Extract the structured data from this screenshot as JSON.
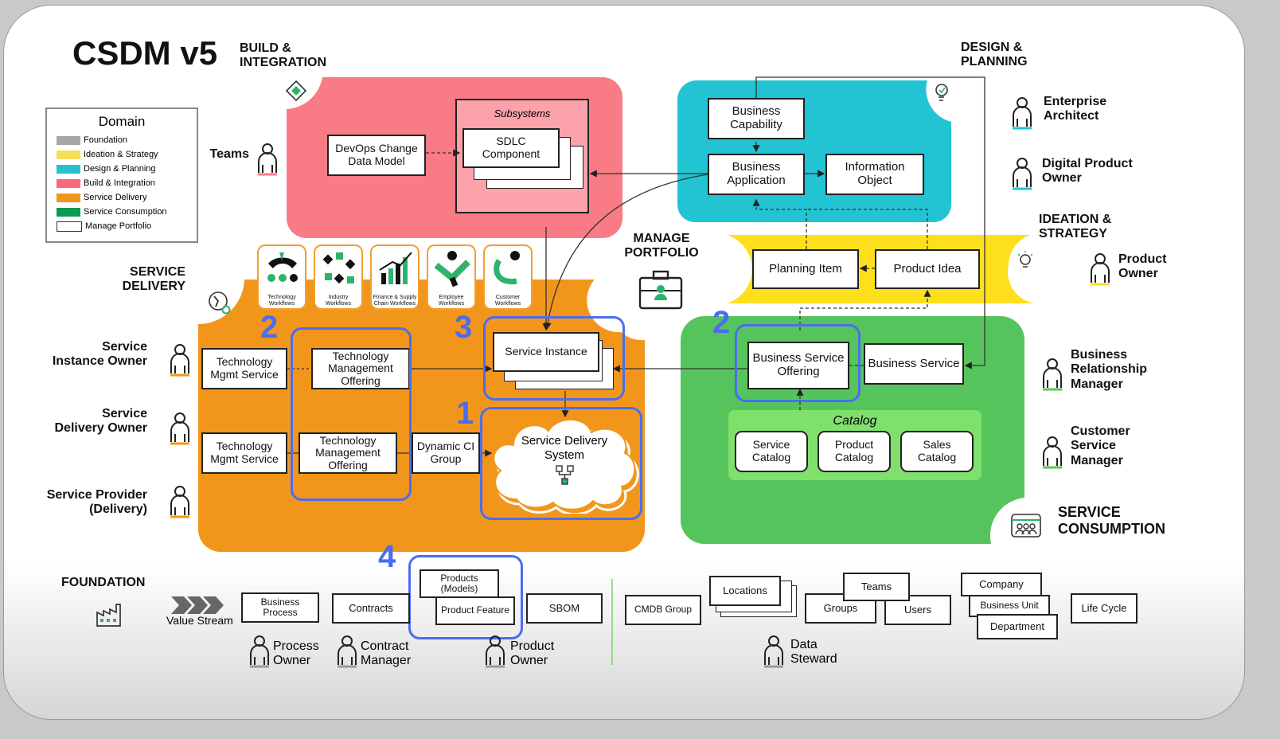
{
  "title": "CSDM v5",
  "legend": {
    "title": "Domain",
    "items": [
      {
        "label": "Foundation",
        "color": "#a6a6a6"
      },
      {
        "label": "Ideation & Strategy",
        "color": "#f3df5b"
      },
      {
        "label": "Design & Planning",
        "color": "#23c1d3"
      },
      {
        "label": "Build & Integration",
        "color": "#f56b7a"
      },
      {
        "label": "Service Delivery",
        "color": "#f2961b"
      },
      {
        "label": "Service Consumption",
        "color": "#0f9a54"
      },
      {
        "label": "Manage Portfolio",
        "color": "#ffffff"
      }
    ]
  },
  "colors": {
    "build": "#f87b86",
    "design": "#22c3d2",
    "ideation": "#fedf1b",
    "delivery": "#f2961b",
    "consumption": "#56c45c",
    "catalog": "#7fe06c",
    "highlight": "#4a6df0"
  },
  "domains": {
    "build": "BUILD & INTEGRATION",
    "design": "DESIGN & PLANNING",
    "ideation": "IDEATION & STRATEGY",
    "delivery": "SERVICE DELIVERY",
    "consumption": "SERVICE CONSUMPTION",
    "foundation": "FOUNDATION",
    "portfolio": "MANAGE PORTFOLIO"
  },
  "build": {
    "subsystems": "Subsystems",
    "sdlc": "SDLC Component",
    "devops": "DevOps Change Data Model"
  },
  "design": {
    "capability": "Business Capability",
    "application": "Business Application",
    "info_object": "Information Object"
  },
  "ideation": {
    "planning_item": "Planning Item",
    "product_idea": "Product Idea"
  },
  "workflows": [
    "Technology Workflows",
    "Industry Workflows",
    "Finance & Supply Chain Workflows",
    "Employee Workflows",
    "Customer Workflows"
  ],
  "delivery": {
    "tech_mgmt_service": "Technology Mgmt Service",
    "tech_mgmt_offering": "Technology Management Offering",
    "service_instance": "Service Instance",
    "dynamic_ci_group": "Dynamic CI Group",
    "sds": "Service Delivery System"
  },
  "consumption": {
    "bso": "Business Service Offering",
    "bs": "Business Service",
    "catalog": "Catalog",
    "service_catalog": "Service Catalog",
    "product_catalog": "Product Catalog",
    "sales_catalog": "Sales Catalog"
  },
  "foundation": {
    "value_stream": "Value Stream",
    "business_process": "Business Process",
    "contracts": "Contracts",
    "products_models": "Products (Models)",
    "product_feature": "Product Feature",
    "sbom": "SBOM",
    "cmdb_group": "CMDB Group",
    "locations": "Locations",
    "teams": "Teams",
    "groups": "Groups",
    "users": "Users",
    "company": "Company",
    "business_unit": "Business Unit",
    "department": "Department",
    "life_cycle": "Life Cycle"
  },
  "roles": {
    "teams": "Teams",
    "enterprise_architect": "Enterprise Architect",
    "digital_product_owner": "Digital Product Owner",
    "product_owner_ideation": "Product Owner",
    "service_instance_owner": "Service Instance Owner",
    "service_delivery_owner": "Service Delivery Owner",
    "service_provider": "Service Provider (Delivery)",
    "brm": "Business Relationship Manager",
    "csm": "Customer Service Manager",
    "process_owner": "Process Owner",
    "contract_manager": "Contract Manager",
    "product_owner_foundation": "Product Owner",
    "data_steward": "Data Steward"
  },
  "markers": [
    "1",
    "2",
    "2",
    "3",
    "4"
  ]
}
